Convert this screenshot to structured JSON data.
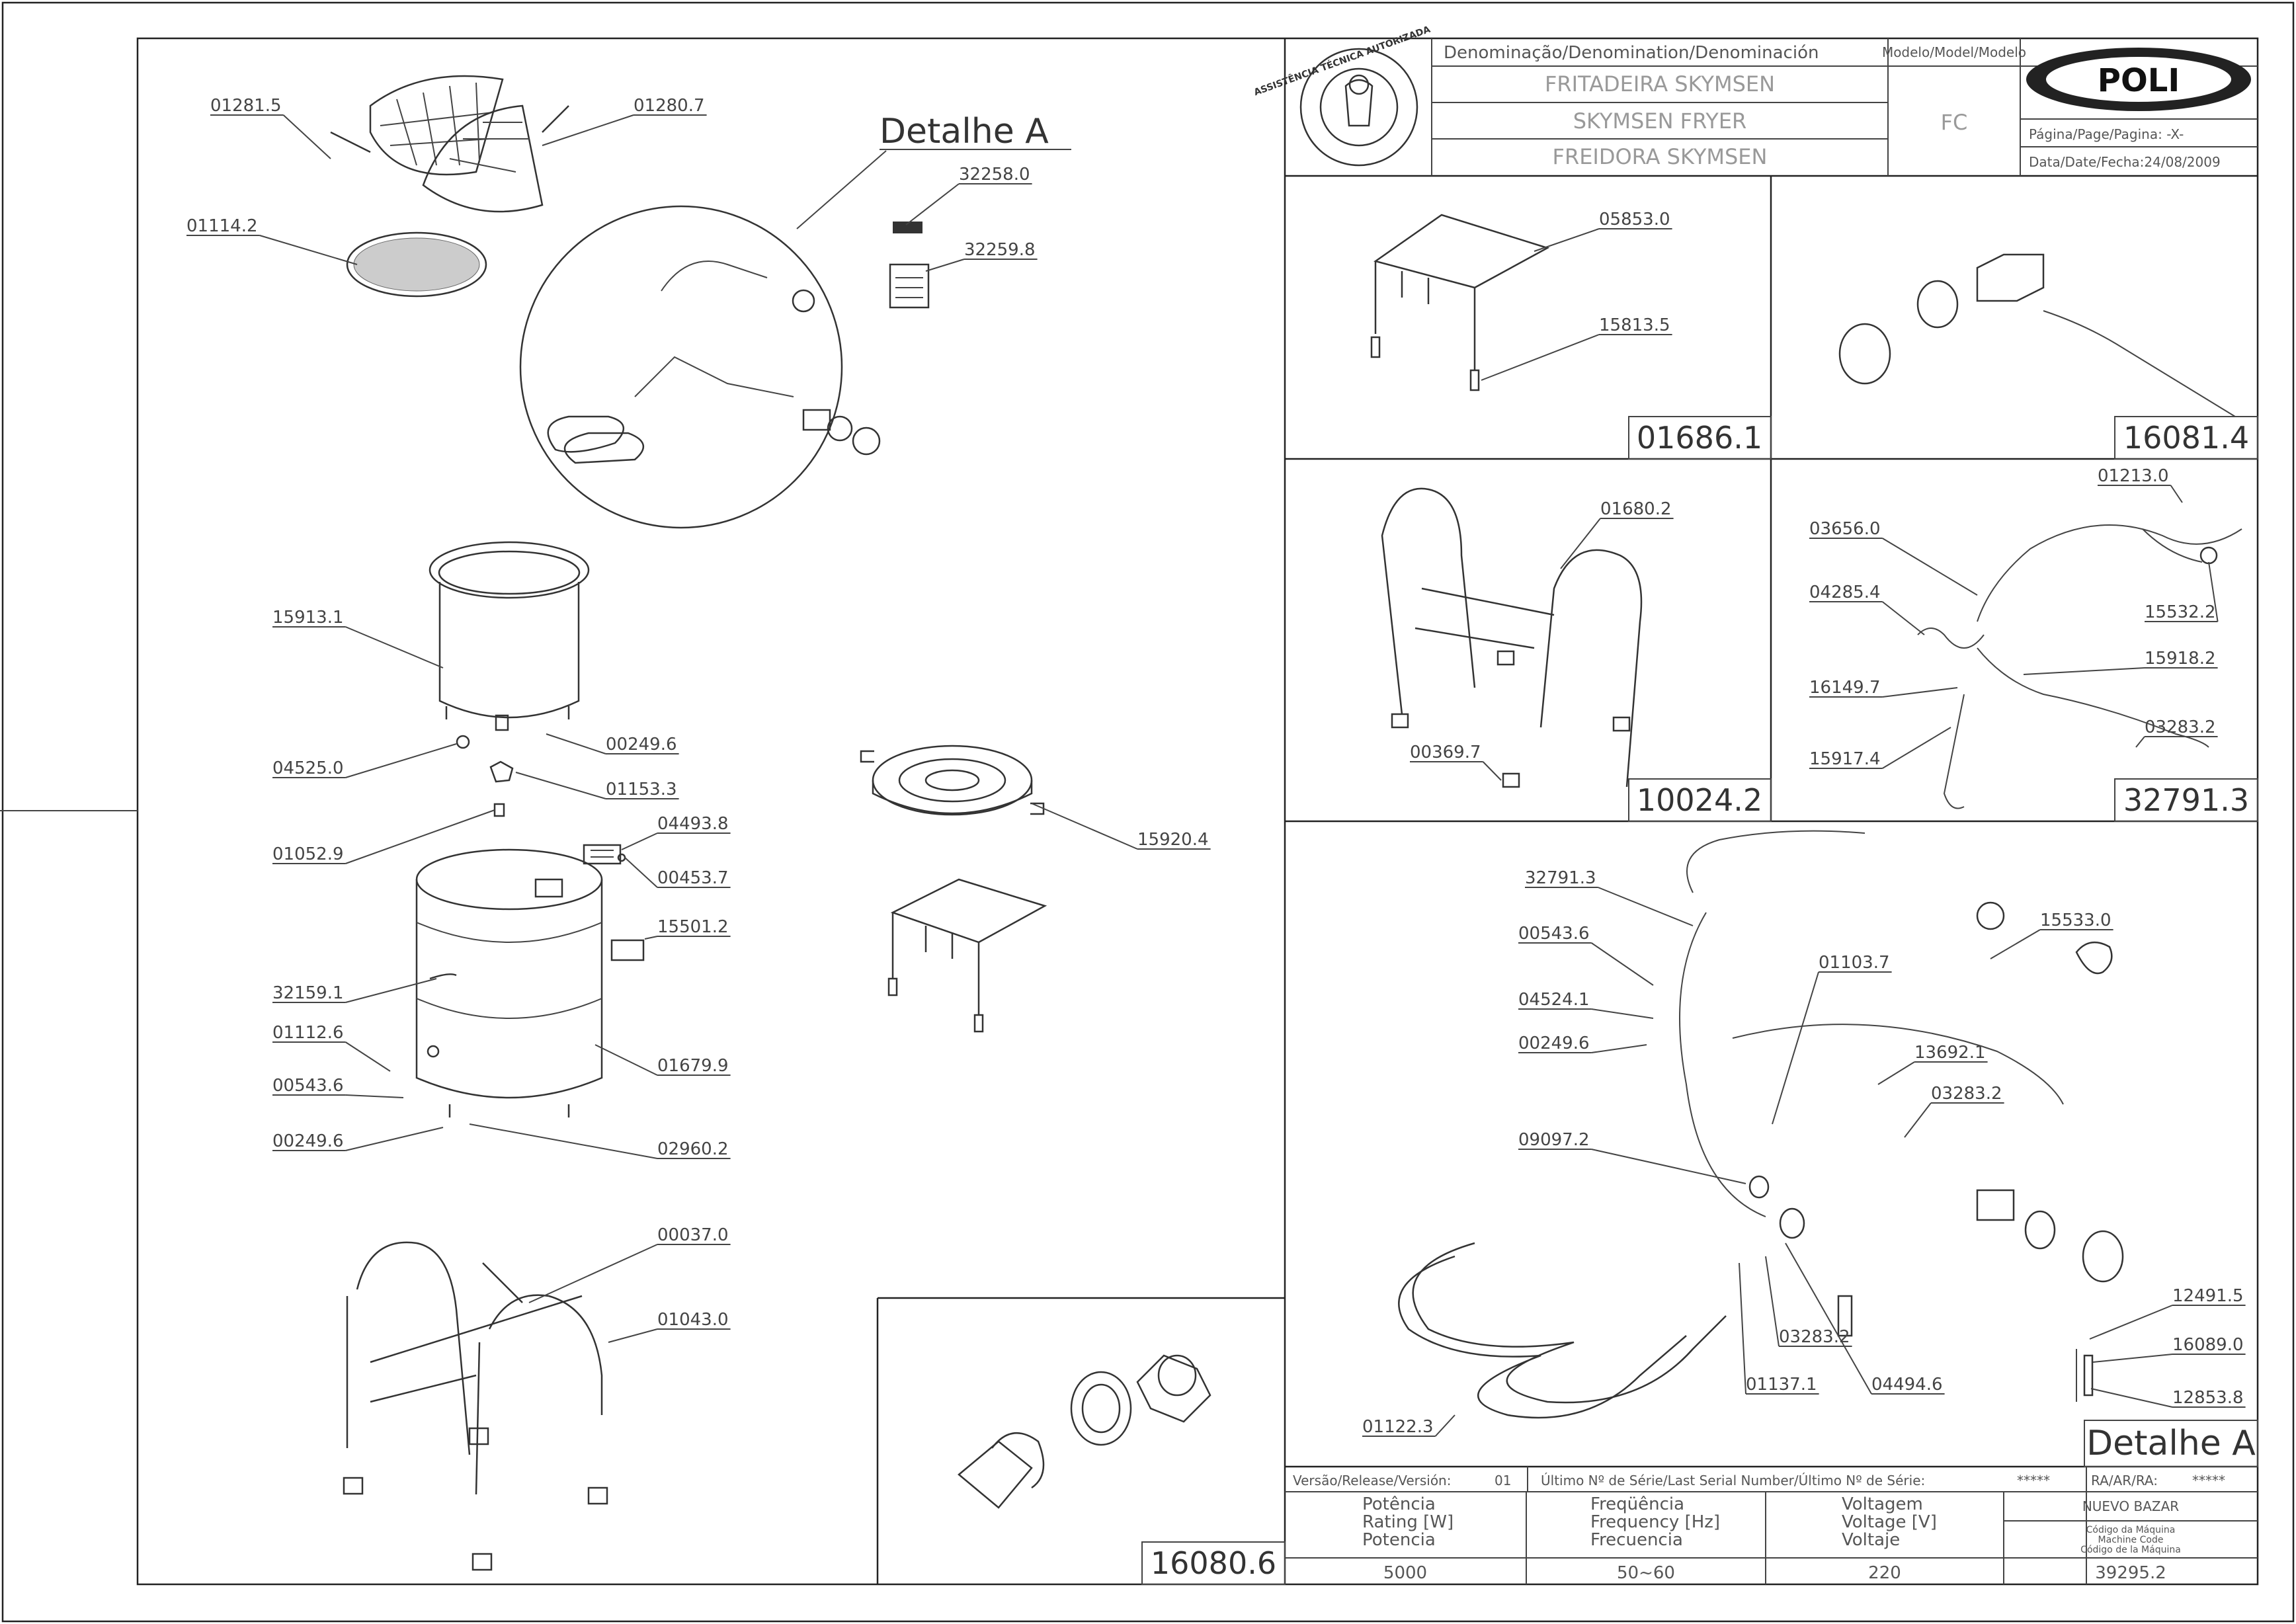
{
  "title_block": {
    "denomination_header": "Denominação/Denomination/Denominación",
    "name_pt": "FRITADEIRA SKYMSEN",
    "name_en": "SKYMSEN FRYER",
    "name_es": "FREIDORA SKYMSEN",
    "model_header": "Modelo/Model/Modelo",
    "model": "FC",
    "logo": "POLI",
    "page_label": "Página/Page/Pagina: ",
    "page_value": "-X-",
    "date_label": "Data/Date/Fecha:",
    "date_value": "24/08/2009",
    "seal_text": "ASSISTÊNCIA TÉCNICA AUTORIZADA"
  },
  "footer": {
    "version_label": "Versão/Release/Versión:",
    "version_value": "01",
    "serial_label": "Último Nº de Série/Last Serial Number/Último Nº de Série:",
    "serial_value": "*****",
    "ra_label": "RA/AR/RA:",
    "ra_value": "*****",
    "rating_label": [
      "Potência",
      "Rating [W]",
      "Potencia"
    ],
    "rating_value": "5000",
    "frequency_label": [
      "Freqüência",
      "Frequency [Hz]",
      "Frecuencia"
    ],
    "frequency_value": "50~60",
    "voltage_label": [
      "Voltagem",
      "Voltage [V]",
      "Voltaje"
    ],
    "voltage_value": "220",
    "customer": "NUEVO BAZAR",
    "machine_code_label": [
      "Código da Máquina",
      "Machine Code",
      "Código de la Máquina"
    ],
    "machine_code": "39295.2"
  },
  "detail_label": "Detalhe A",
  "panel_codes": {
    "stand_small": "01686.1",
    "thermostat": "16081.4",
    "stand_frame": "10024.2",
    "harness": "32791.3",
    "fitting": "16080.6"
  },
  "labels": {
    "basket_left": "01281.5",
    "basket_right": "01280.7",
    "screen": "01114.2",
    "detail_sticker1": "32258.0",
    "detail_sticker2": "32259.8",
    "tank": "15913.1",
    "screw_tank": "00249.6",
    "plug": "04525.0",
    "nut": "01153.3",
    "valve": "01052.9",
    "plate": "04493.8",
    "screw_plate": "00453.7",
    "label_sticker": "15501.2",
    "cable": "32159.1",
    "bolt": "01112.6",
    "screw_side": "00543.6",
    "screw_bottom": "00249.6",
    "body": "01679.9",
    "foot": "02960.2",
    "lid": "15920.4",
    "stand_screw1": "00037.0",
    "stand_screw2": "01043.0",
    "stand_rack_top": "05853.0",
    "stand_rack_leg": "15813.5",
    "stand_frame_part": "01680.2",
    "stand_frame_foot": "00369.7",
    "h_01213": "01213.0",
    "h_03656": "03656.0",
    "h_04285": "04285.4",
    "h_15532": "15532.2",
    "h_15918": "15918.2",
    "h_16149": "16149.7",
    "h_03283": "03283.2",
    "h_15917": "15917.4",
    "d_32791": "32791.3",
    "d_15533": "15533.0",
    "d_00543": "00543.6",
    "d_04524": "04524.1",
    "d_01103": "01103.7",
    "d_00249": "00249.6",
    "d_13692": "13692.1",
    "d_03283a": "03283.2",
    "d_09097": "09097.2",
    "d_12491": "12491.5",
    "d_16089": "16089.0",
    "d_12853": "12853.8",
    "d_03283b": "03283.2",
    "d_01137": "01137.1",
    "d_04494": "04494.6",
    "d_01122": "01122.3"
  }
}
